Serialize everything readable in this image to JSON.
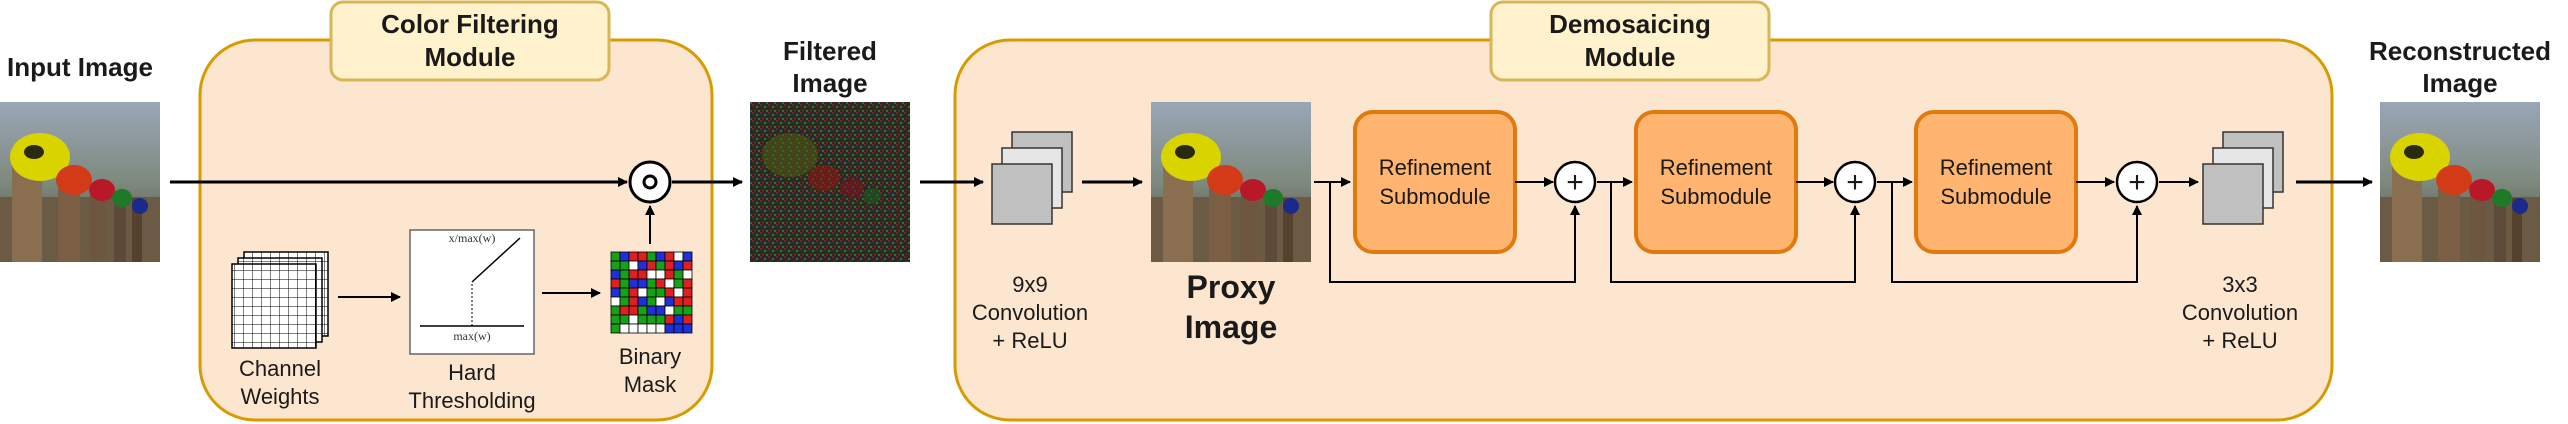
{
  "input": {
    "label": "Input Image"
  },
  "cfm": {
    "title_line1": "Color Filtering",
    "title_line2": "Module"
  },
  "channel_weights": {
    "line1": "Channel",
    "line2": "Weights"
  },
  "hard_thresholding": {
    "line1": "Hard",
    "line2": "Thresholding",
    "plot_top": "x/max(w)",
    "plot_bottom": "max(w)"
  },
  "binary_mask": {
    "line1": "Binary",
    "line2": "Mask"
  },
  "elementwise_op": {
    "symbol": "⊙"
  },
  "filtered": {
    "line1": "Filtered",
    "line2": "Image"
  },
  "dm": {
    "title_line1": "Demosaicing",
    "title_line2": "Module"
  },
  "conv9": {
    "line1": "9x9",
    "line2": "Convolution",
    "line3": "+ ReLU"
  },
  "proxy": {
    "line1": "Proxy",
    "line2": "Image"
  },
  "refinement": [
    {
      "line1": "Refinement",
      "line2": "Submodule"
    },
    {
      "line1": "Refinement",
      "line2": "Submodule"
    },
    {
      "line1": "Refinement",
      "line2": "Submodule"
    }
  ],
  "adders": [
    "+",
    "+",
    "+"
  ],
  "conv3": {
    "line1": "3x3",
    "line2": "Convolution",
    "line3": "+ ReLU"
  },
  "output": {
    "line1": "Reconstructed",
    "line2": "Image"
  },
  "colors": {
    "module_fill": "#fde6cf",
    "module_stroke": "#d79b00",
    "title_fill": "#fff2cc",
    "title_stroke": "#d6b656",
    "refine_fill": "#ffb570",
    "refine_stroke": "#e07a10",
    "conv_fill": "#c0c0c0"
  }
}
